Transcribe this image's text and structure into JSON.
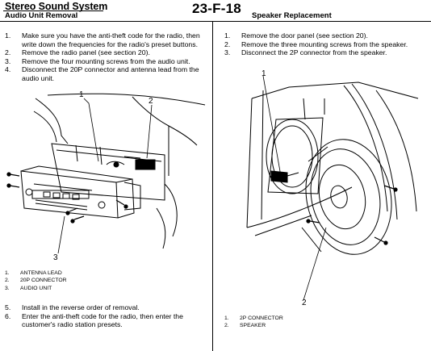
{
  "header": {
    "section_title": "Stereo Sound System",
    "page_code": "23-F-18",
    "left_subtitle": "Audio Unit Removal",
    "right_subtitle": "Speaker Replacement"
  },
  "left": {
    "steps": [
      {
        "num": "1.",
        "text": "Make sure you have the anti-theft code for the radio, then write down the frequencies for the radio's preset buttons."
      },
      {
        "num": "2.",
        "text": "Remove the radio panel (see section 20)."
      },
      {
        "num": "3.",
        "text": "Remove the four mounting screws from the audio unit."
      },
      {
        "num": "4.",
        "text": "Disconnect the 20P connector and antenna lead from the audio unit."
      }
    ],
    "callouts": [
      "1",
      "2",
      "3"
    ],
    "legend": [
      {
        "num": "1.",
        "text": "ANTENNA LEAD"
      },
      {
        "num": "2.",
        "text": "20P CONNECTOR"
      },
      {
        "num": "3.",
        "text": "AUDIO UNIT"
      }
    ],
    "final_steps": [
      {
        "num": "5.",
        "text": "Install in the reverse order of removal."
      },
      {
        "num": "6.",
        "text": "Enter the anti-theft code for the radio, then enter the customer's radio station presets."
      }
    ]
  },
  "right": {
    "steps": [
      {
        "num": "1.",
        "text": "Remove the door panel (see section 20)."
      },
      {
        "num": "2.",
        "text": "Remove the three mounting screws from the speaker."
      },
      {
        "num": "3.",
        "text": "Disconnect the 2P connector from the speaker."
      }
    ],
    "callouts": [
      "1",
      "2"
    ],
    "legend": [
      {
        "num": "1.",
        "text": "2P CONNECTOR"
      },
      {
        "num": "2.",
        "text": "SPEAKER"
      }
    ]
  }
}
